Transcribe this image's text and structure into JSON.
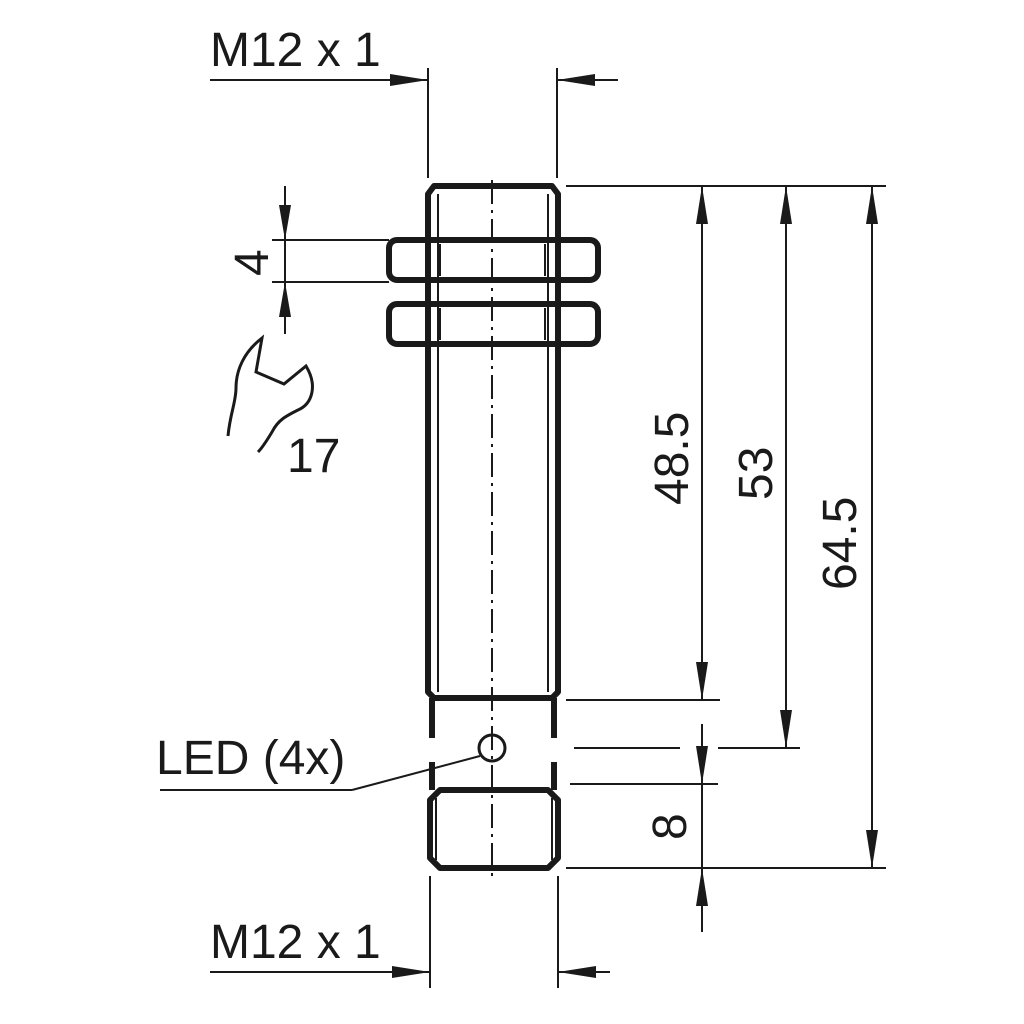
{
  "drawing": {
    "labels": {
      "thread_top": "M12 x 1",
      "thread_bottom": "M12 x 1",
      "nut_thickness": "4",
      "wrench_size": "17",
      "led": "LED (4x)",
      "dim_48_5": "48.5",
      "dim_53": "53",
      "dim_64_5": "64.5",
      "dim_8": "8"
    },
    "icons": {
      "wrench": "wrench-icon"
    },
    "colors": {
      "line": "#1a1a1a",
      "background": "#ffffff"
    }
  }
}
